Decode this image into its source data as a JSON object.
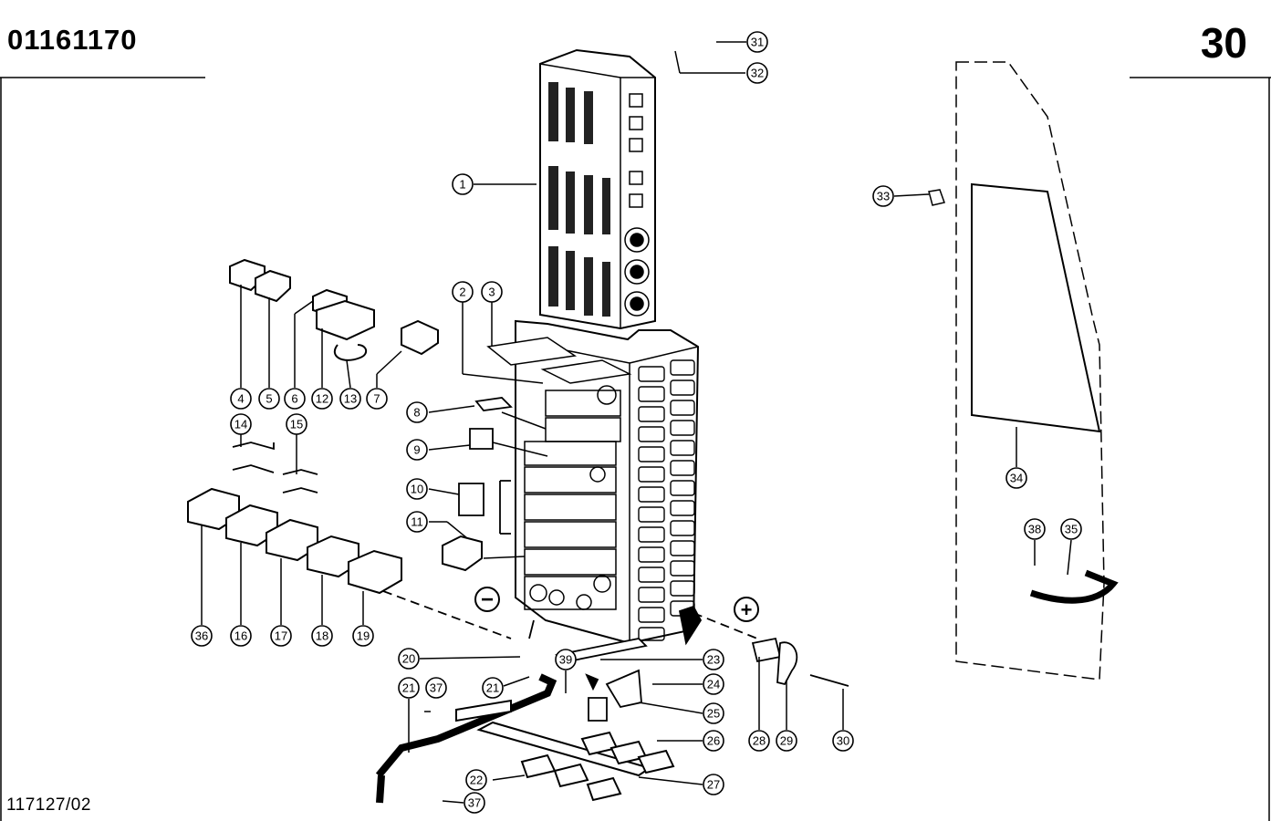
{
  "header": {
    "part_number": "01161170",
    "page_number": "30"
  },
  "footer": {
    "drawing_number": "117127/02"
  },
  "symbols": {
    "minus": "−",
    "plus": "+"
  },
  "callouts": [
    "1",
    "2",
    "3",
    "4",
    "5",
    "6",
    "7",
    "8",
    "9",
    "10",
    "11",
    "12",
    "13",
    "14",
    "15",
    "16",
    "17",
    "18",
    "19",
    "20",
    "21",
    "21",
    "22",
    "23",
    "24",
    "25",
    "26",
    "27",
    "28",
    "29",
    "30",
    "31",
    "32",
    "33",
    "34",
    "35",
    "36",
    "37",
    "37",
    "38",
    "39"
  ]
}
